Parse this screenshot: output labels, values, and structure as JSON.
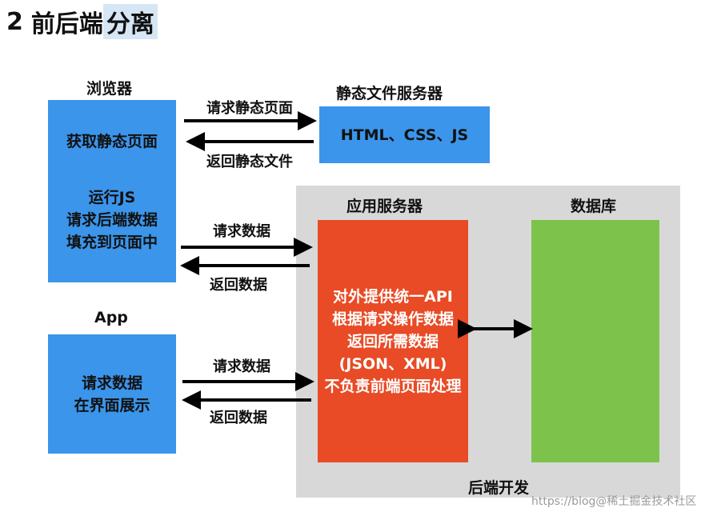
{
  "title": {
    "number": "2",
    "main": "前后端",
    "highlight": "分离"
  },
  "browser": {
    "label": "浏览器",
    "line1": "获取静态页面",
    "line2": "运行JS",
    "line3": "请求后端数据",
    "line4": "填充到页面中"
  },
  "static_server": {
    "label": "静态文件服务器",
    "content": "HTML、CSS、JS"
  },
  "app": {
    "label": "App",
    "line1": "请求数据",
    "line2": "在界面展示"
  },
  "app_server": {
    "label": "应用服务器",
    "lines": [
      "对外提供统一API",
      "根据请求操作数据",
      "返回所需数据",
      "(JSON、XML)",
      "不负责前端页面处理"
    ]
  },
  "database": {
    "label": "数据库"
  },
  "backend": {
    "label": "后端开发"
  },
  "arrows": {
    "req_static": "请求静态页面",
    "ret_static": "返回静态文件",
    "req_data_browser": "请求数据",
    "ret_data_browser": "返回数据",
    "req_data_app": "请求数据",
    "ret_data_app": "返回数据"
  },
  "watermark": "https://blog@稀土掘金技术社区",
  "colors": {
    "blue": "#3b95ea",
    "red": "#e84b25",
    "green": "#7dc34b",
    "grey": "#d8d8d8"
  }
}
